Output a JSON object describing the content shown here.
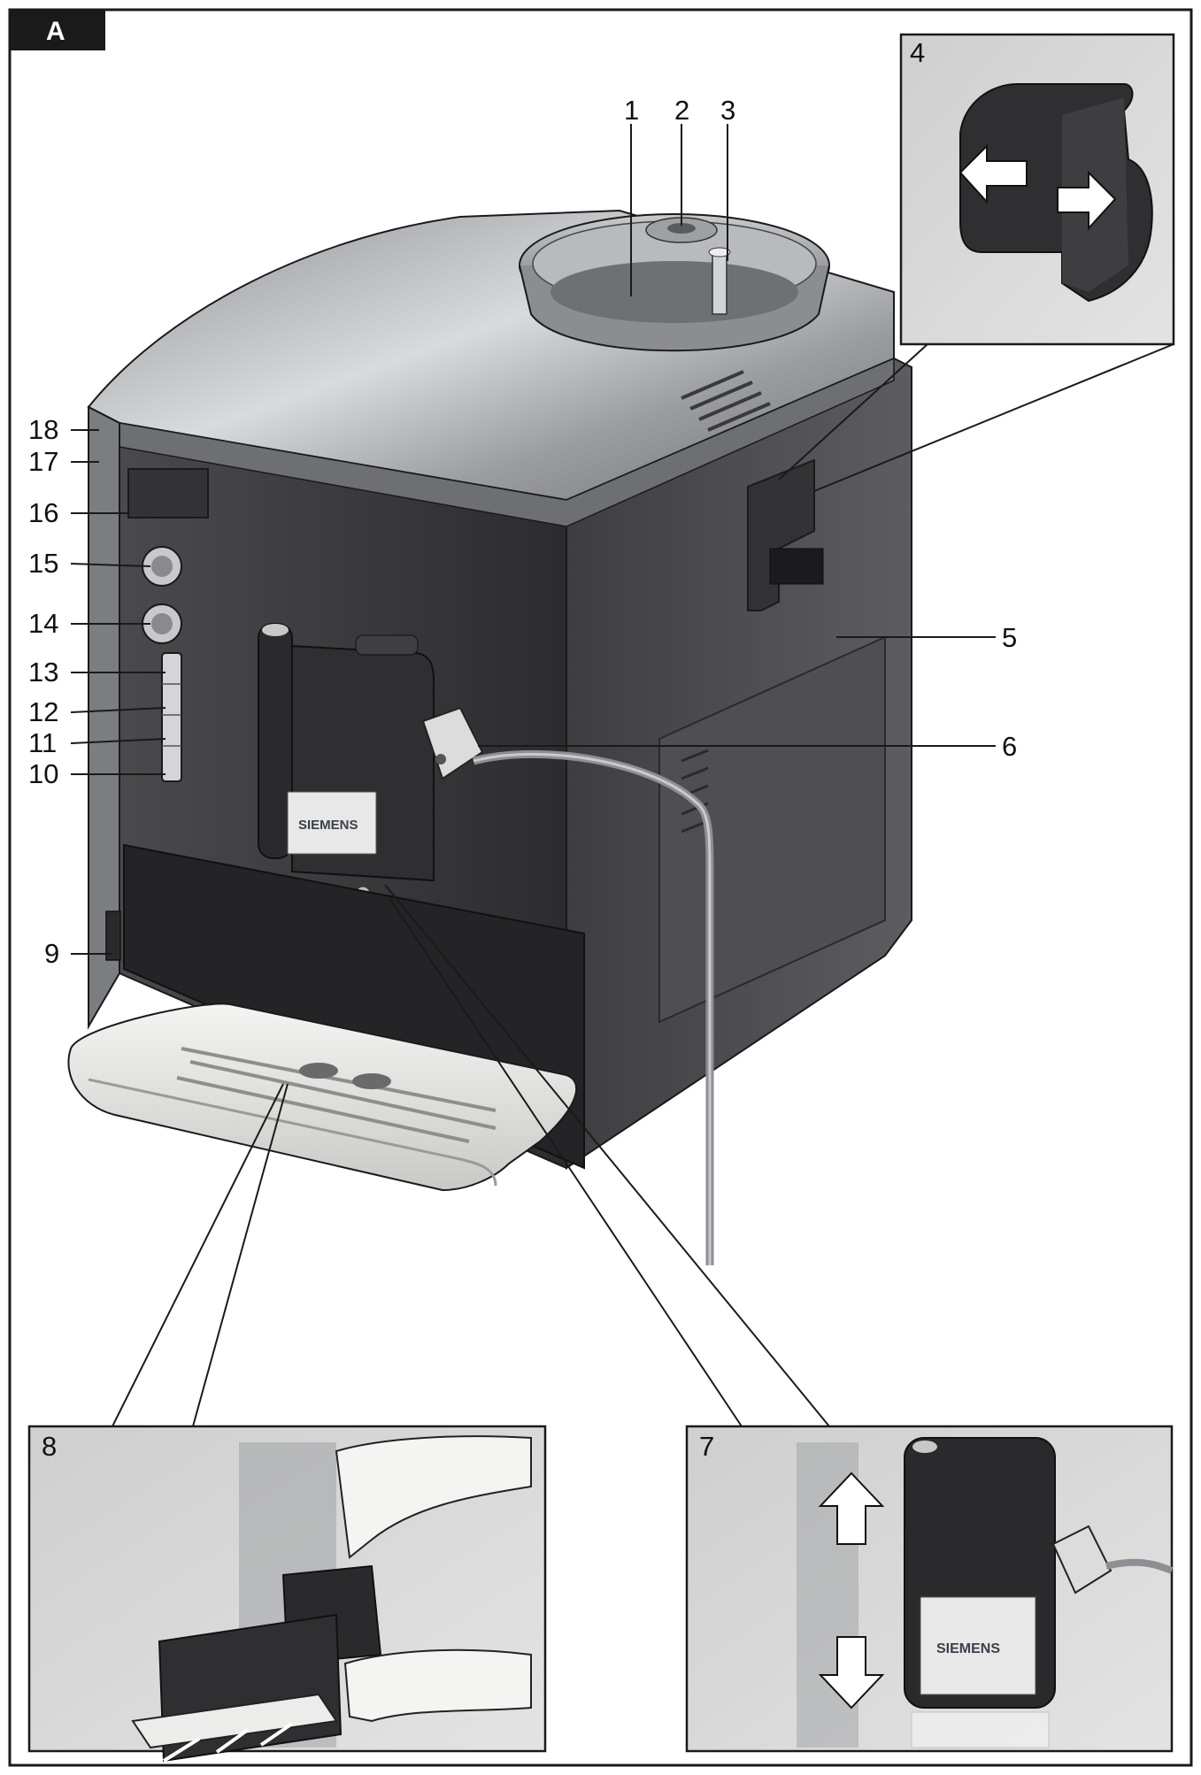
{
  "figure": {
    "corner_tag": "A",
    "brand_logo": "SIEMENS"
  },
  "callouts": [
    {
      "id": "1",
      "label": "1"
    },
    {
      "id": "2",
      "label": "2"
    },
    {
      "id": "3",
      "label": "3"
    },
    {
      "id": "4",
      "label": "4"
    },
    {
      "id": "5",
      "label": "5"
    },
    {
      "id": "6",
      "label": "6"
    },
    {
      "id": "7",
      "label": "7"
    },
    {
      "id": "8",
      "label": "8"
    },
    {
      "id": "9",
      "label": "9"
    },
    {
      "id": "10",
      "label": "10"
    },
    {
      "id": "11",
      "label": "11"
    },
    {
      "id": "12",
      "label": "12"
    },
    {
      "id": "13",
      "label": "13"
    },
    {
      "id": "14",
      "label": "14"
    },
    {
      "id": "15",
      "label": "15"
    },
    {
      "id": "16",
      "label": "16"
    },
    {
      "id": "17",
      "label": "17"
    },
    {
      "id": "18",
      "label": "18"
    }
  ],
  "colors": {
    "body_dark": "#3b3b3d",
    "body_mid": "#5a5a5d",
    "lid_silver": "#a9aaad",
    "tray_light": "#e4e4e2",
    "panel_bg": "#d8d8d8",
    "line": "#1a1a1a"
  }
}
